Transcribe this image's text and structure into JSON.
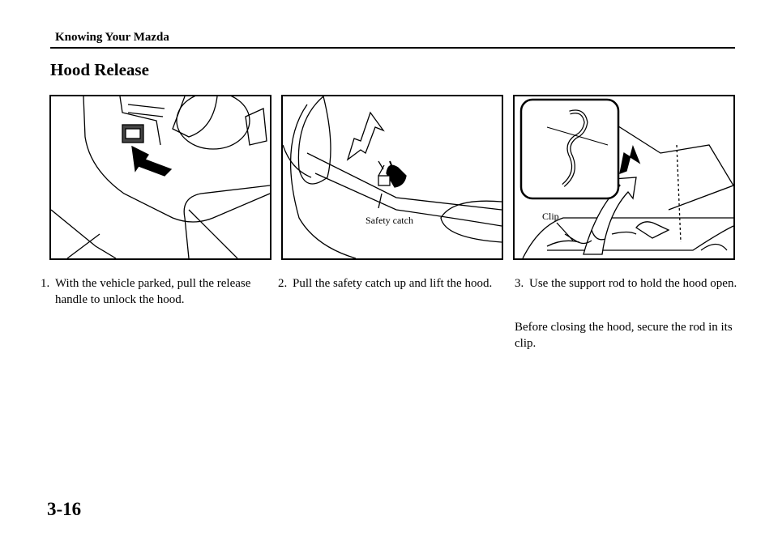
{
  "header": {
    "section": "Knowing Your Mazda"
  },
  "page": {
    "title": "Hood Release",
    "number": "3-16"
  },
  "figures": {
    "fig2_label": "Safety catch",
    "fig3_label": "Clip"
  },
  "steps": [
    {
      "num": "1.",
      "text": "With the vehicle parked, pull the release handle to unlock the hood."
    },
    {
      "num": "2.",
      "text": "Pull the safety catch up and lift the hood."
    },
    {
      "num": "3.",
      "text": "Use the support rod to hold the hood open."
    }
  ],
  "note": "Before closing the hood, secure the rod in its clip."
}
